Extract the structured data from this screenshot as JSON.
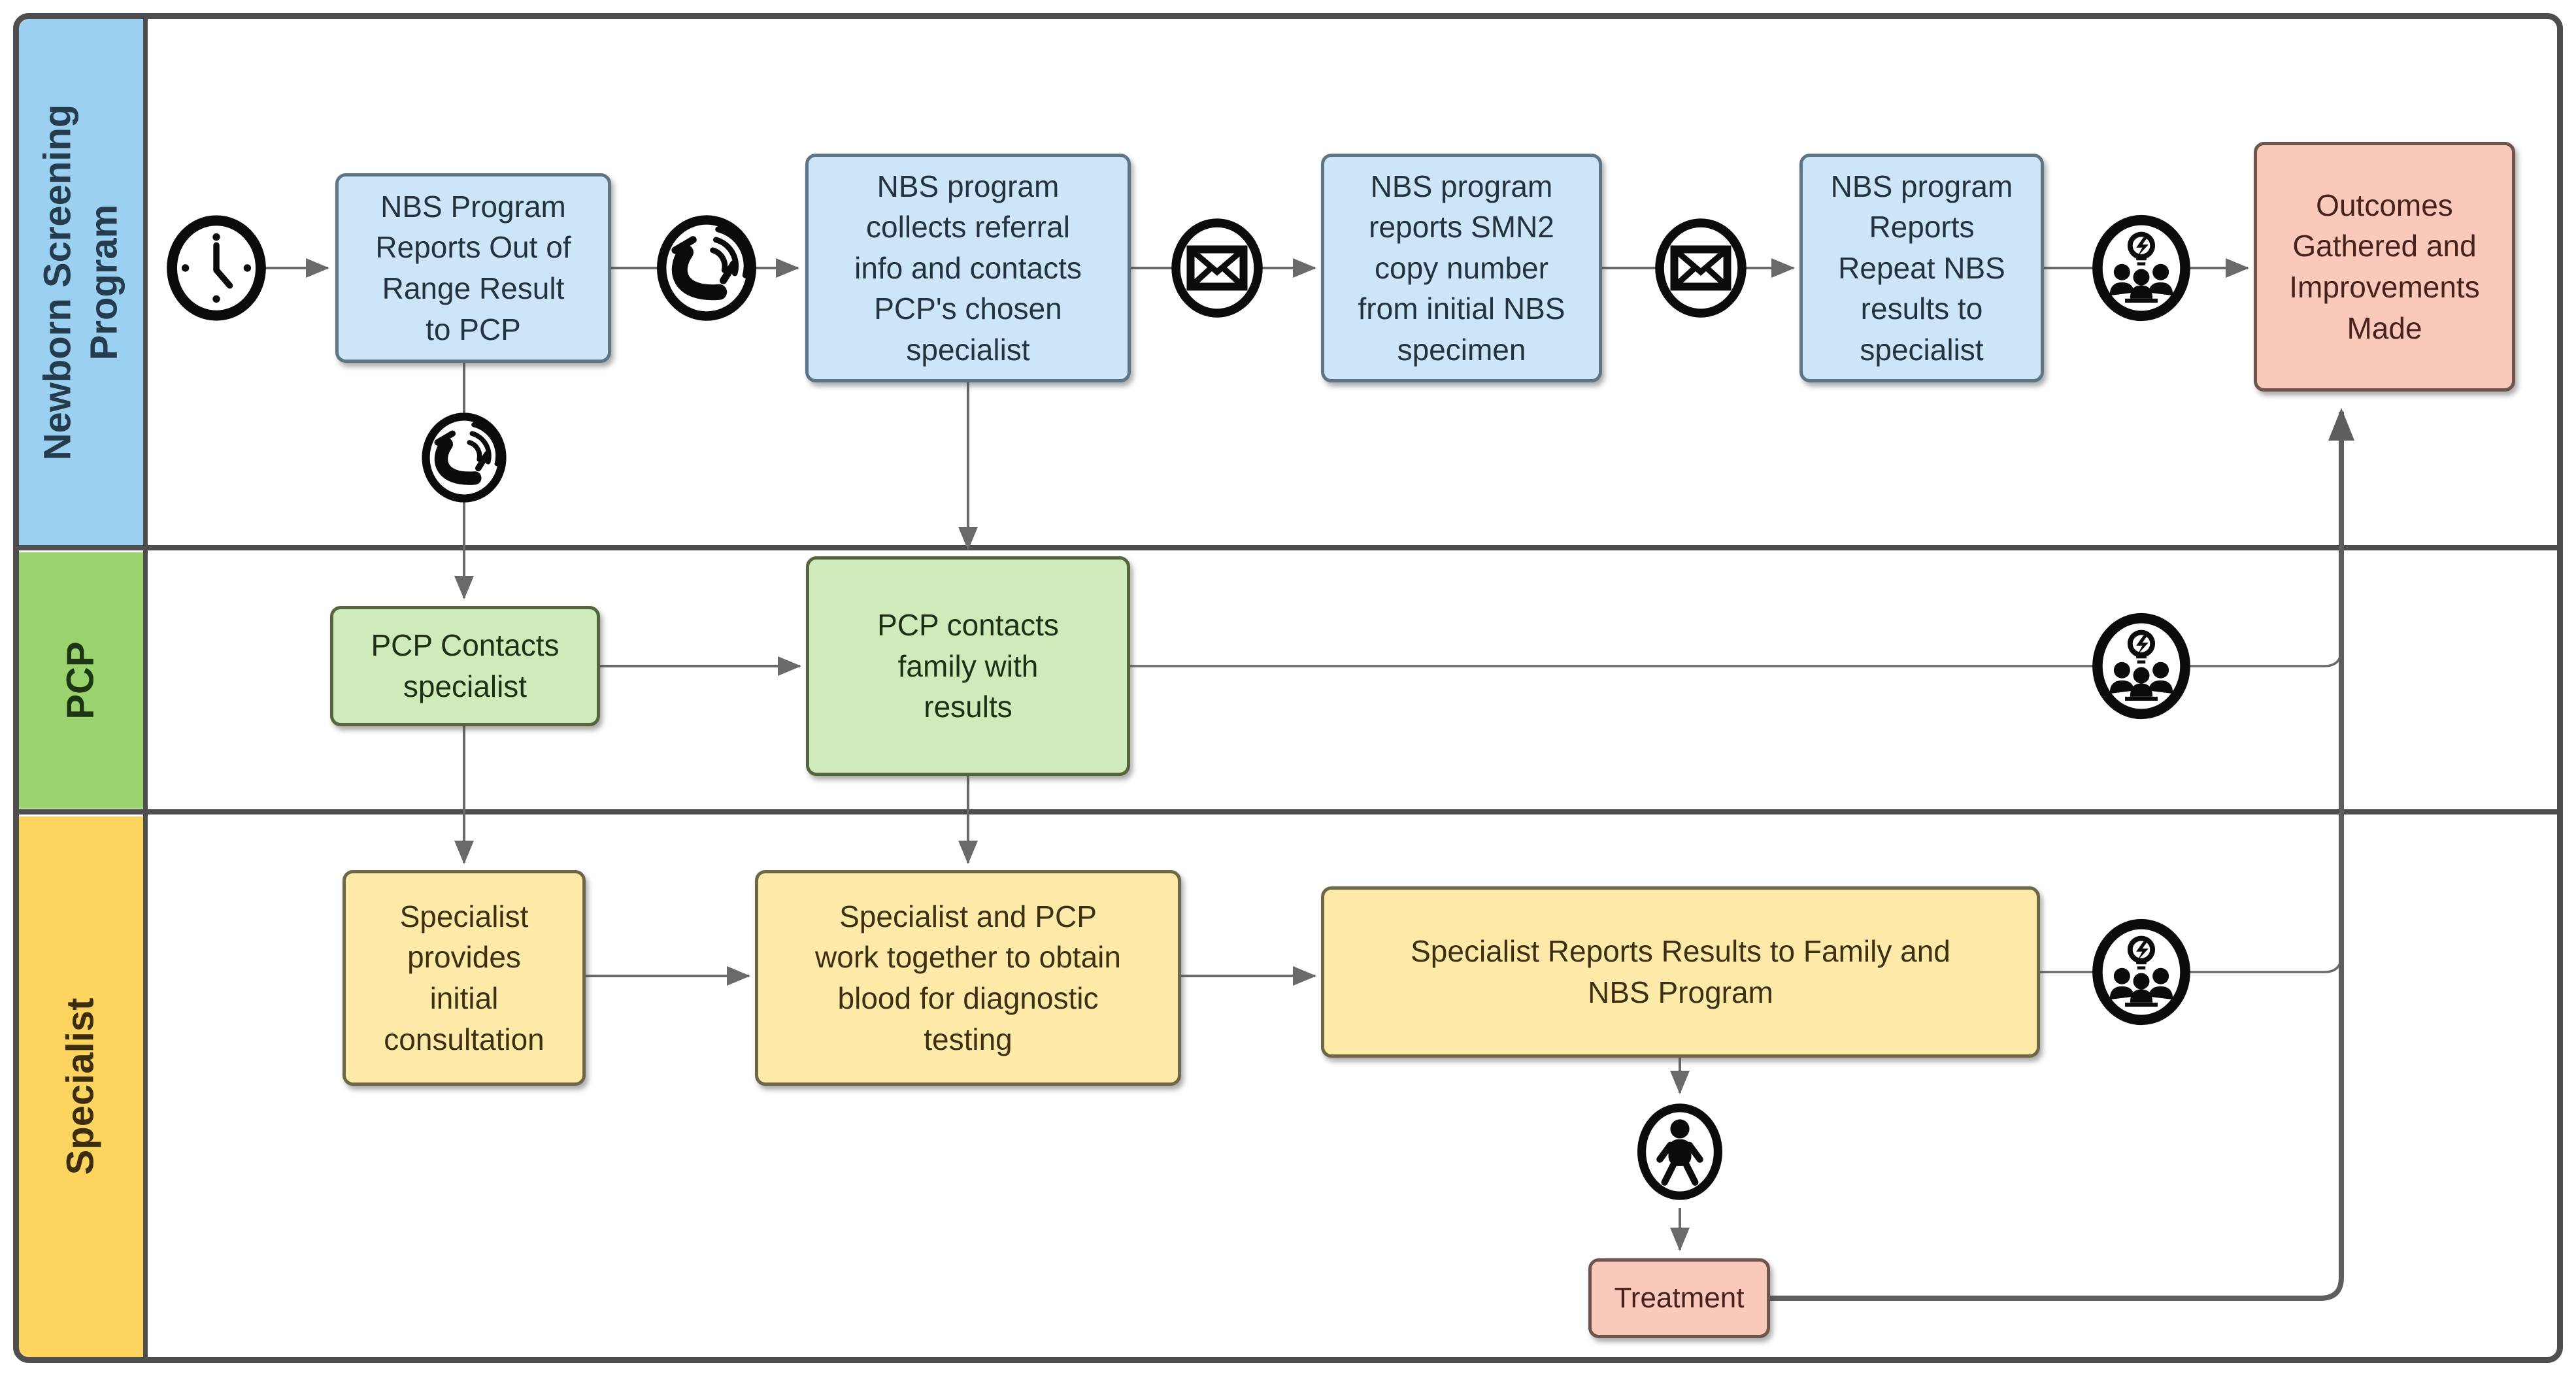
{
  "title": "Newborn screening SMA follow-up swimlane flowchart",
  "colors": {
    "frame": "#4e4e4e",
    "connector": "#6a6a6a",
    "connector_dark": "#5e5e5e",
    "lane_blue": "#9bd0f0",
    "lane_green": "#9bd36e",
    "lane_yellow": "#fdd45f",
    "lane_blue_text": "#243c4e",
    "lane_green_text": "#1c3611",
    "lane_yellow_text": "#3b2d0e",
    "box_blue_fill": "#cde6f7",
    "box_blue_stroke": "#5d7585",
    "box_blue_text": "#22323e",
    "box_green_fill": "#d0ebbb",
    "box_green_stroke": "#55663f",
    "box_green_text": "#1e3013",
    "box_yellow_fill": "#fdeaa9",
    "box_yellow_stroke": "#6d6747",
    "box_yellow_text": "#3c3013",
    "box_pink_fill": "#f9c9bc",
    "box_pink_stroke": "#6e544b",
    "box_pink_text": "#46221a",
    "icon_ink": "#0b0b0b"
  },
  "lanes": [
    {
      "label": "Newborn Screening\nProgram"
    },
    {
      "label": "PCP"
    },
    {
      "label": "Specialist"
    }
  ],
  "nodes": {
    "nbs_out_of_range": {
      "label": "NBS Program\nReports Out of\nRange Result\nto PCP"
    },
    "nbs_collects_referral": {
      "label": "NBS program\ncollects referral\ninfo and contacts\nPCP's chosen\nspecialist"
    },
    "nbs_reports_smn2": {
      "label": "NBS program\nreports SMN2\ncopy number\nfrom initial NBS\nspecimen"
    },
    "nbs_reports_repeat": {
      "label": "NBS program\nReports\nRepeat NBS\nresults to\nspecialist"
    },
    "outcomes": {
      "label": "Outcomes\nGathered and\nImprovements\nMade"
    },
    "pcp_contacts_specialist": {
      "label": "PCP Contacts\nspecialist"
    },
    "pcp_contacts_family": {
      "label": "PCP contacts\nfamily with\nresults"
    },
    "specialist_initial_consult": {
      "label": "Specialist\nprovides\ninitial\nconsultation"
    },
    "specialist_pcp_blood": {
      "label": "Specialist and PCP\nwork together to obtain\nblood for diagnostic\ntesting"
    },
    "specialist_reports_results": {
      "label": "Specialist Reports Results to Family and\nNBS Program"
    },
    "treatment": {
      "label": "Treatment"
    }
  },
  "icons": {
    "clock-icon": "analog clock face, hands at ~5 o'clock, dots at 12/3/6/9, circled",
    "phone-call-icon": "telephone handset with three sound-wave arcs, circled (appears twice in NBS lane)",
    "email-icon": "envelope with X fold lines, circled (appears twice in NBS lane)",
    "team-idea-icon": "three people silhouettes beneath a lightbulb with lightning bolt, circled (appears in all three lanes)",
    "baby-icon": "infant silhouette with arms and legs spread, circled"
  }
}
